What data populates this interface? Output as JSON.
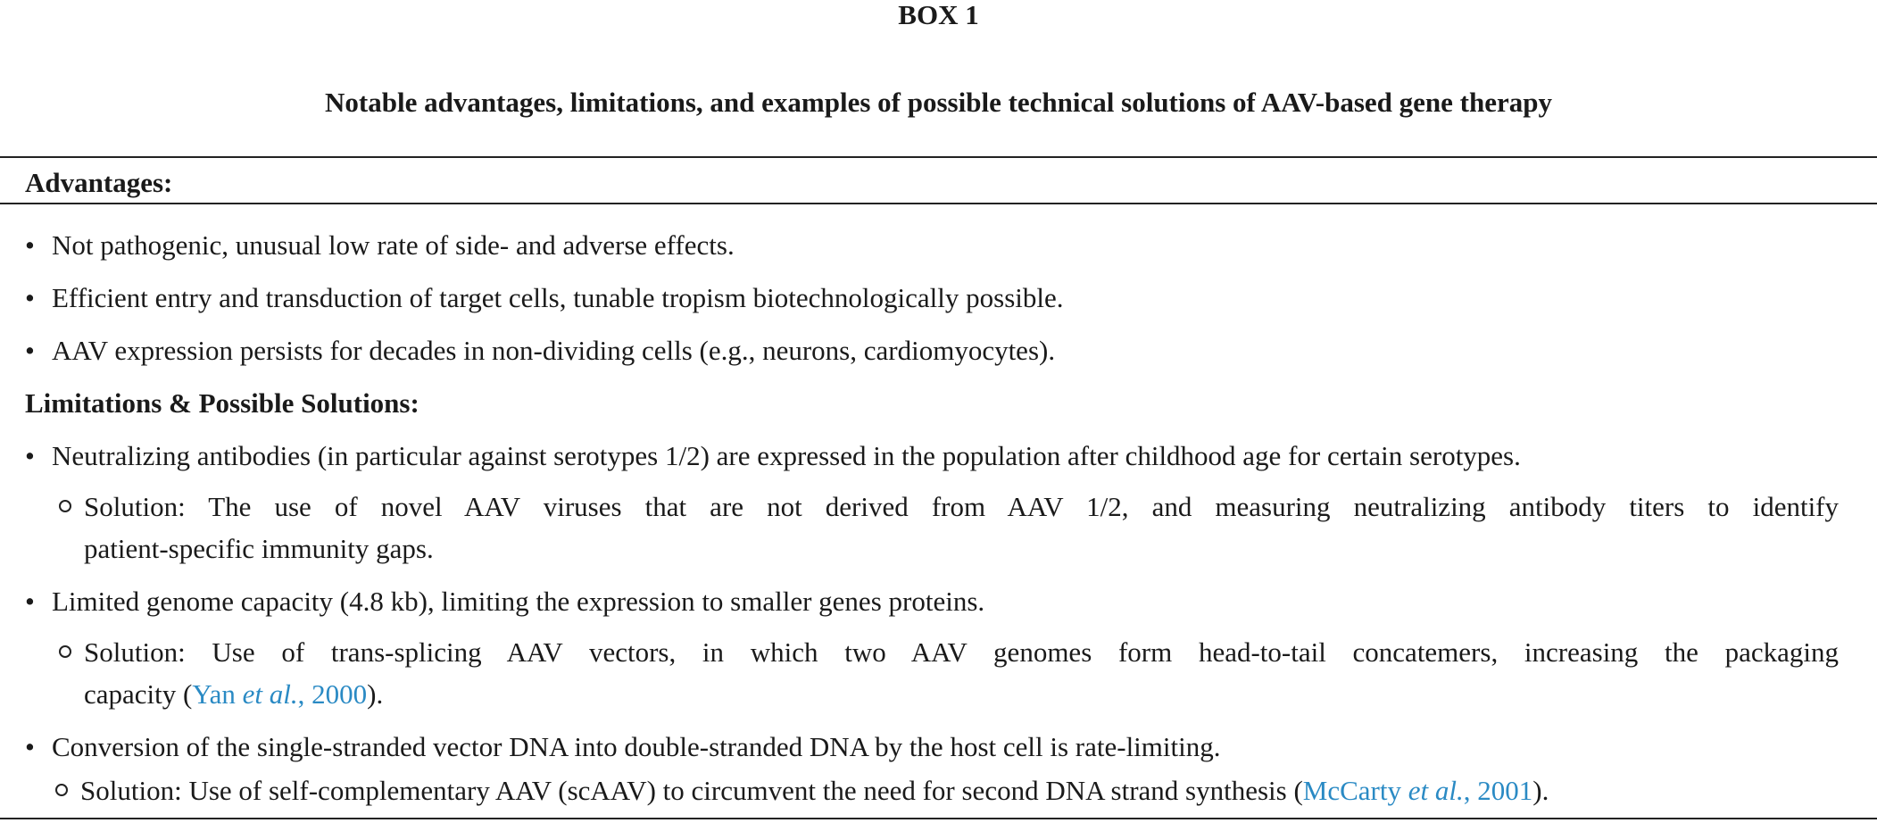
{
  "box": {
    "label": "BOX 1",
    "title": "Notable advantages, limitations, and examples of possible technical solutions of AAV-based gene therapy"
  },
  "advantages": {
    "heading": "Advantages:",
    "items": [
      "Not pathogenic, unusual low rate of side- and adverse effects.",
      "Efficient entry and transduction of target cells, tunable tropism biotechnologically possible.",
      "AAV expression persists for decades in non-dividing cells (e.g., neurons, cardiomyocytes)."
    ]
  },
  "limitations": {
    "heading": "Limitations & Possible Solutions:",
    "items": [
      {
        "text": "Neutralizing antibodies (in particular against serotypes 1/2) are expressed in the population after childhood age for certain serotypes.",
        "solution_line1": "Solution: The use of novel AAV viruses that are not derived from AAV 1/2, and measuring neutralizing antibody titers to identify",
        "solution_line2": "patient-specific immunity gaps."
      },
      {
        "text": "Limited genome capacity (4.8 kb), limiting the expression to smaller genes proteins.",
        "solution_line1": "Solution: Use of trans-splicing AAV vectors, in which two AAV genomes form head-to-tail concatemers, increasing the packaging",
        "solution_line2_pre": "capacity (",
        "ref_author": "Yan",
        "ref_etal": "et al.",
        "ref_year": ", 2000",
        "solution_line2_post": ")."
      },
      {
        "text": "Conversion of the single-stranded vector DNA into double-stranded DNA by the host cell is rate-limiting.",
        "solution_pre": "Solution: Use of self-complementary AAV (scAAV) to circumvent the need for second DNA strand synthesis (",
        "ref_author": "McCarty",
        "ref_etal": "et al.",
        "ref_year": ", 2001",
        "solution_post": ")."
      }
    ]
  },
  "colors": {
    "link": "#2a8ac4",
    "text": "#1a1a1a"
  }
}
